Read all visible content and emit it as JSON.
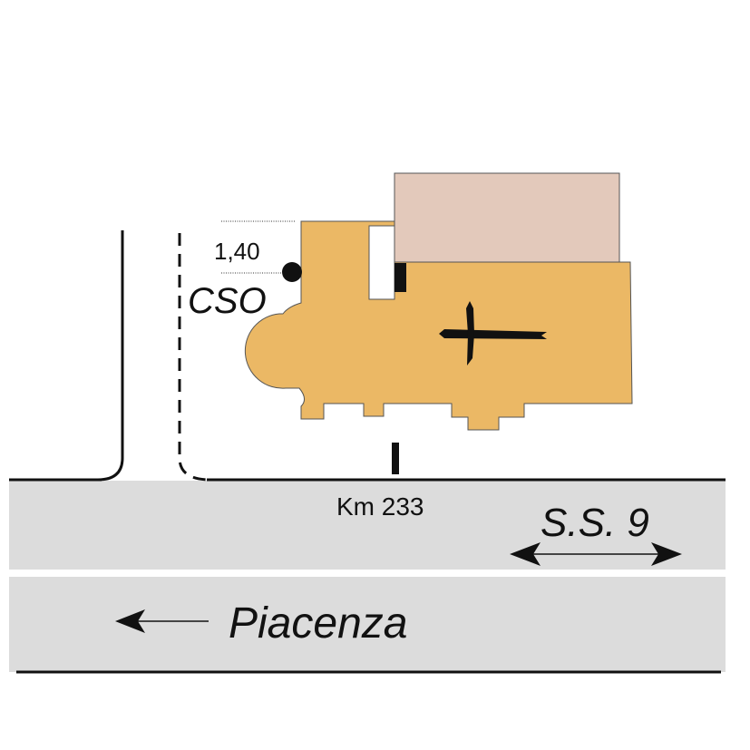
{
  "labels": {
    "height": "1,40",
    "point": "CSO",
    "km": "Km 233",
    "road": "S.S. 9",
    "direction": "Piacenza"
  },
  "colors": {
    "church": "#ebb865",
    "annex": "#e3c9bb",
    "road": "#dcdcdc",
    "line": "#111111",
    "background": "#ffffff"
  },
  "icons": {
    "cross": "cross-icon",
    "point": "measurement-point-icon",
    "arrow_left": "arrow-left-icon",
    "arrow_both": "arrow-both-icon"
  }
}
